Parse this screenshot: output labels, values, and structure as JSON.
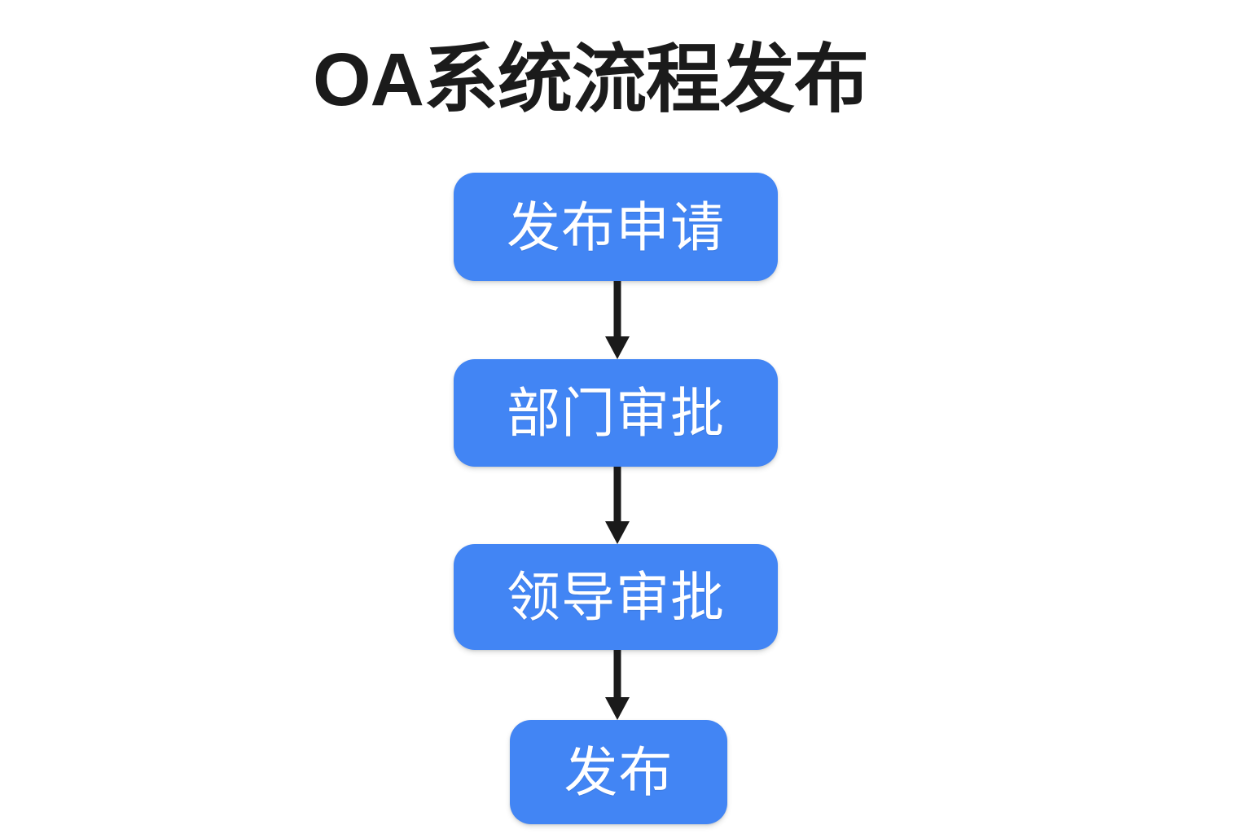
{
  "page": {
    "background_color": "#ffffff",
    "title": "OA系统流程发布",
    "title_color": "#1b1b1b"
  },
  "theme": {
    "node_fill": "#4285f4",
    "node_text_color": "#ffffff",
    "arrow_color": "#1a1a1a"
  },
  "chart_data": {
    "type": "diagram",
    "diagram_kind": "flowchart",
    "orientation": "top-to-bottom",
    "title": "OA系统流程发布",
    "nodes": [
      {
        "id": "n1",
        "label": "发布申请",
        "shape": "rounded-rectangle",
        "fill": "#4285f4",
        "text_color": "#ffffff"
      },
      {
        "id": "n2",
        "label": "部门审批",
        "shape": "rounded-rectangle",
        "fill": "#4285f4",
        "text_color": "#ffffff"
      },
      {
        "id": "n3",
        "label": "领导审批",
        "shape": "rounded-rectangle",
        "fill": "#4285f4",
        "text_color": "#ffffff"
      },
      {
        "id": "n4",
        "label": "发布",
        "shape": "rounded-rectangle",
        "fill": "#4285f4",
        "text_color": "#ffffff"
      }
    ],
    "edges": [
      {
        "from": "n1",
        "to": "n2",
        "label": "",
        "style": "solid",
        "arrowhead": "filled-triangle",
        "color": "#1a1a1a"
      },
      {
        "from": "n2",
        "to": "n3",
        "label": "",
        "style": "solid",
        "arrowhead": "filled-triangle",
        "color": "#1a1a1a"
      },
      {
        "from": "n3",
        "to": "n4",
        "label": "",
        "style": "solid",
        "arrowhead": "filled-triangle",
        "color": "#1a1a1a"
      }
    ]
  },
  "nodes": {
    "node_1_label": "发布申请",
    "node_2_label": "部门审批",
    "node_3_label": "领导审批",
    "node_4_label": "发布"
  }
}
